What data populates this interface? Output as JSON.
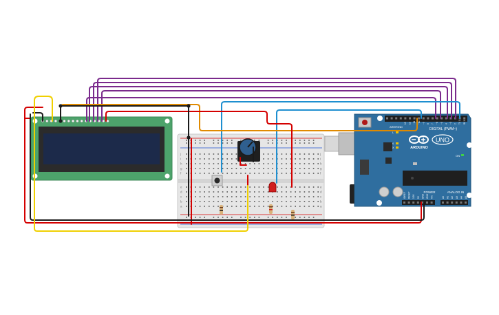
{
  "arduino": {
    "board_name": "UNO",
    "brand": "ARDUINO",
    "digital_label": "DIGITAL (PWM~)",
    "power_label": "POWER",
    "analog_label": "ANALOG IN",
    "tx_label": "TX",
    "rx_label": "RX",
    "l_label": "L",
    "on_label": "ON",
    "aref_label": "AREF",
    "gnd_label": "GND",
    "digital_pins": [
      "13",
      "12",
      "~11",
      "~10",
      "~9",
      "8",
      "7",
      "~6",
      "~5",
      "4",
      "~3",
      "2",
      "TX 1",
      "RX 0"
    ],
    "power_pins": [
      "IOREF",
      "RESET",
      "3.3V",
      "5V",
      "GND",
      "GND",
      "Vin"
    ],
    "analog_pins": [
      "A0",
      "A1",
      "A2",
      "A3",
      "A4",
      "A5"
    ]
  },
  "breadboard": {
    "row_letters": [
      "a",
      "b",
      "c",
      "d",
      "e",
      "f",
      "g",
      "h",
      "i",
      "j"
    ]
  },
  "lcd": {
    "pin_count": 16
  },
  "colors": {
    "wire_red": "#d40000",
    "wire_black": "#1a1a1a",
    "wire_yellow": "#f0d000",
    "wire_purple": "#7a2a8c",
    "wire_orange": "#e08a00",
    "wire_blue": "#1e8fd0",
    "arduino_blue": "#2f6e9f",
    "lcd_green": "#4da36b",
    "lcd_screen": "#1c2a4a",
    "breadboard": "#e6e6e6"
  }
}
